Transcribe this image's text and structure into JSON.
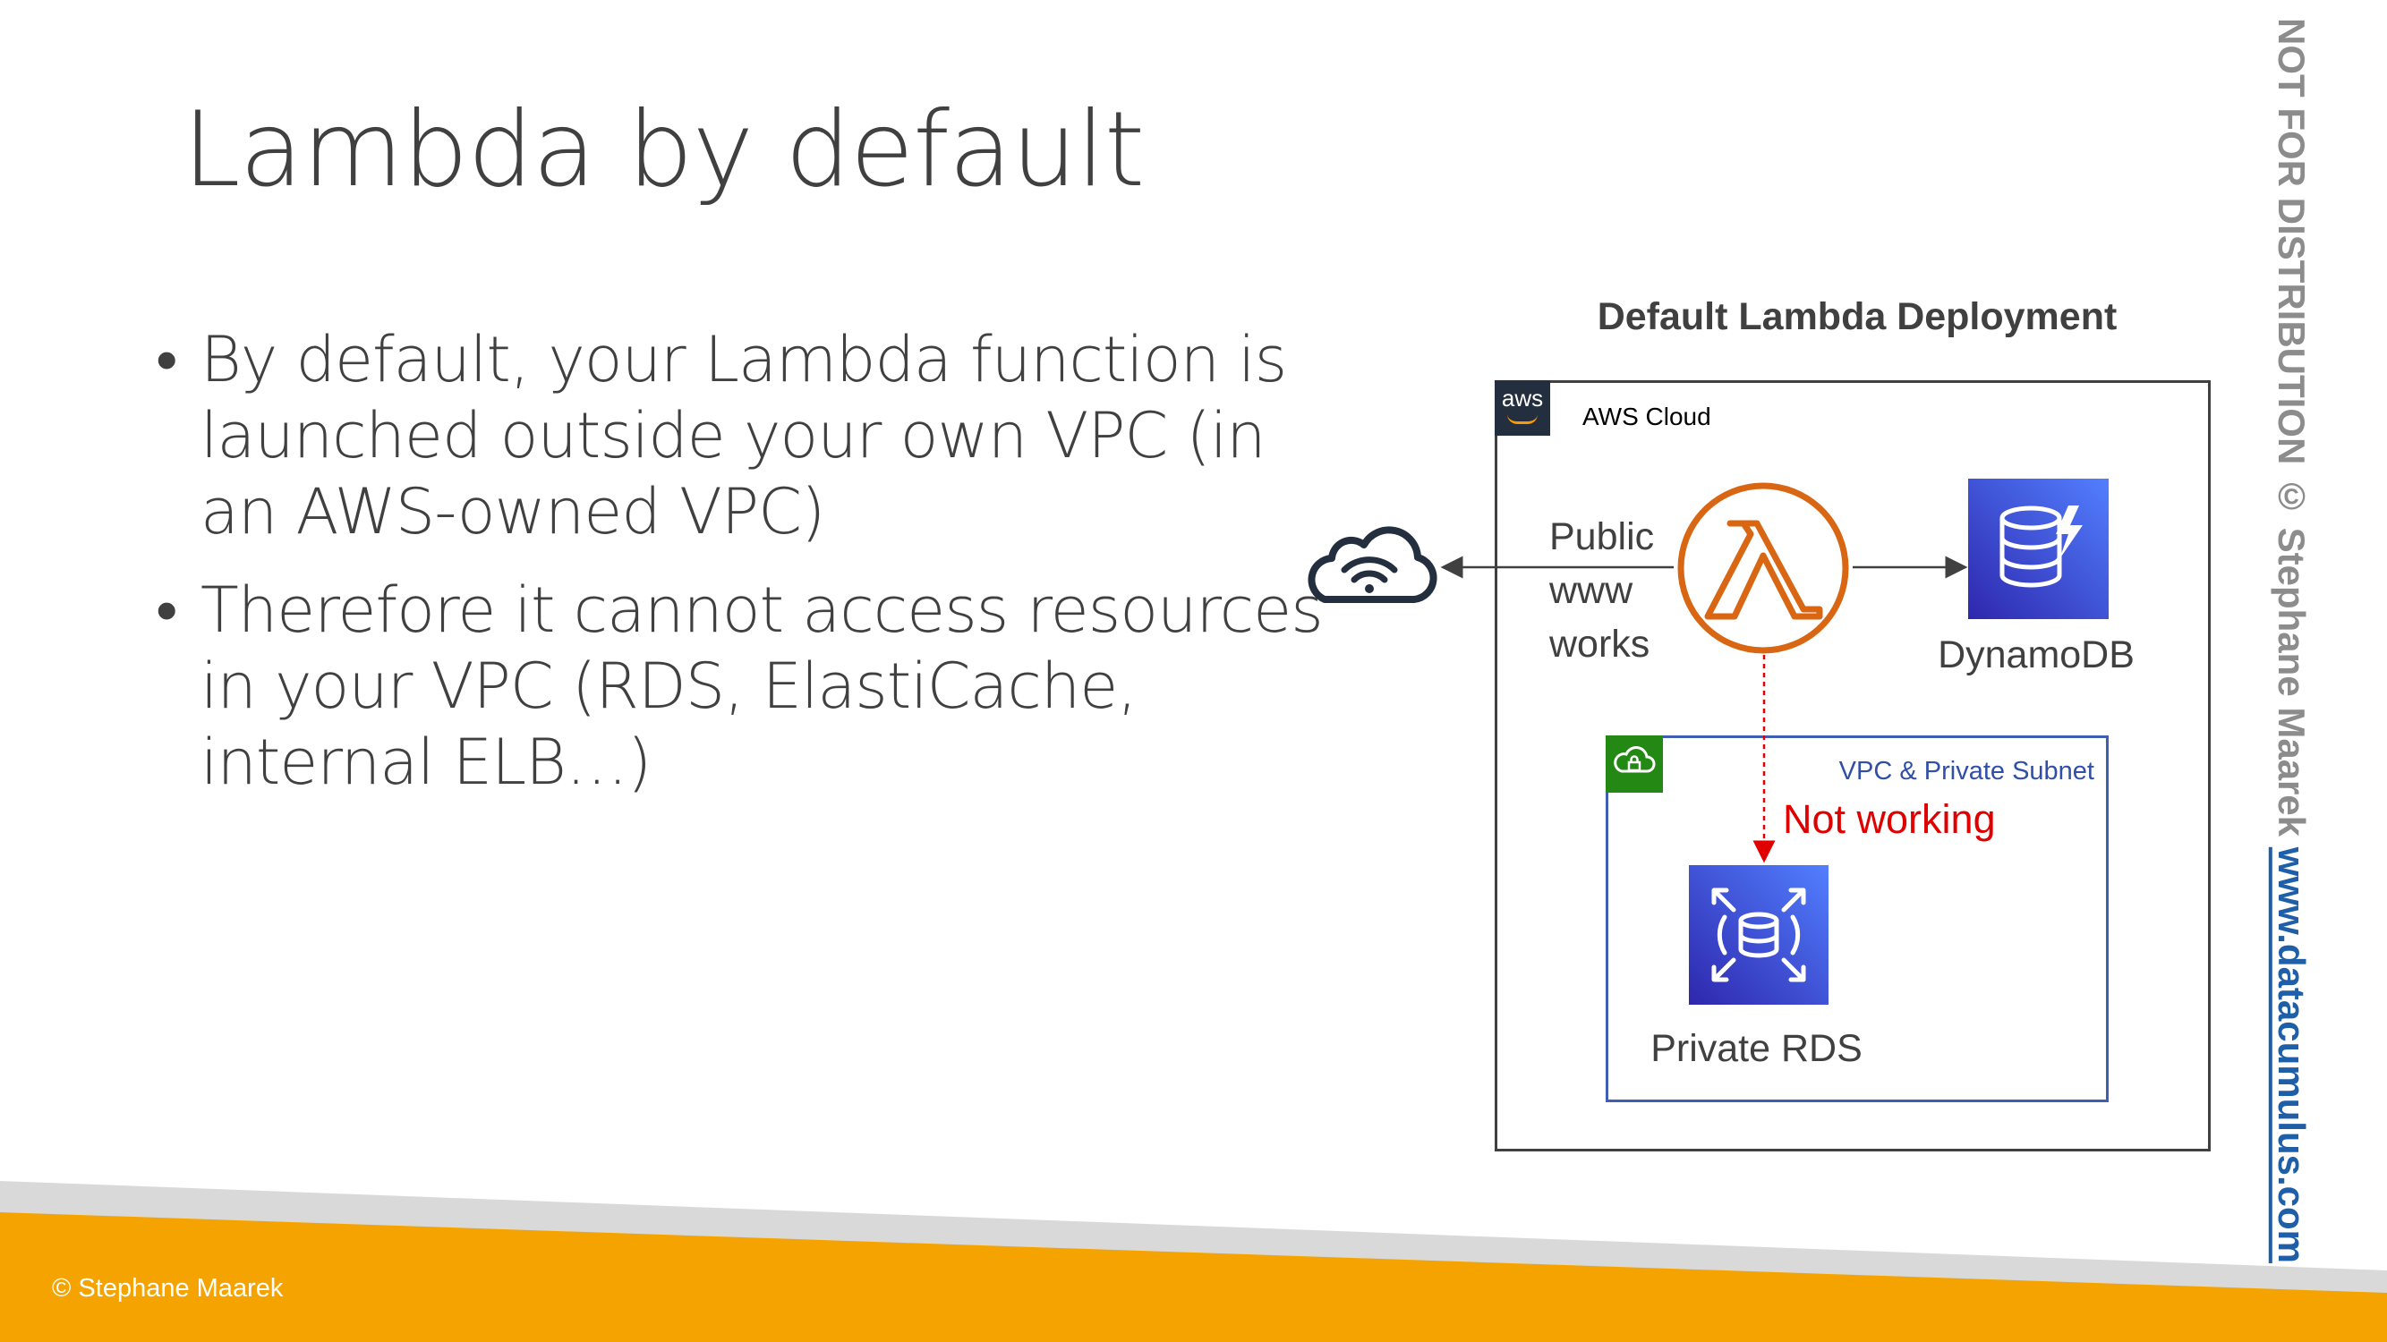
{
  "slide": {
    "title": "Lambda by default",
    "bullets": [
      {
        "lines": [
          "By default, your Lambda function is",
          "launched outside your own VPC (in",
          "an AWS-owned VPC)"
        ]
      },
      {
        "lines": [
          "Therefore it cannot access resources",
          "in your VPC (RDS, ElastiCache,",
          "internal ELB…)"
        ]
      }
    ],
    "footer": {
      "copyright": "© Stephane Maarek"
    },
    "watermark": {
      "text": "NOT FOR DISTRIBUTION © Stephane Maarek ",
      "link": "www.datacumulus.com"
    }
  },
  "diagram": {
    "title": "Default Lambda Deployment",
    "aws_cloud": {
      "logo_text": "aws",
      "label": "AWS Cloud"
    },
    "public_www": [
      "Public",
      "www",
      "works"
    ],
    "dynamodb_label": "DynamoDB",
    "vpc_label": "VPC & Private Subnet",
    "not_working": "Not working",
    "rds_label": "Private RDS"
  },
  "colors": {
    "lambda": "#d86613",
    "database": "#3b48cc",
    "vpc_border": "#3f5fb3",
    "vpc_icon": "#248814",
    "not_working": "#e00000",
    "footer_band": "#f5a300"
  },
  "icons": [
    "internet-cloud-icon",
    "lambda-icon",
    "dynamodb-icon",
    "rds-icon",
    "vpc-lock-icon",
    "aws-logo"
  ]
}
